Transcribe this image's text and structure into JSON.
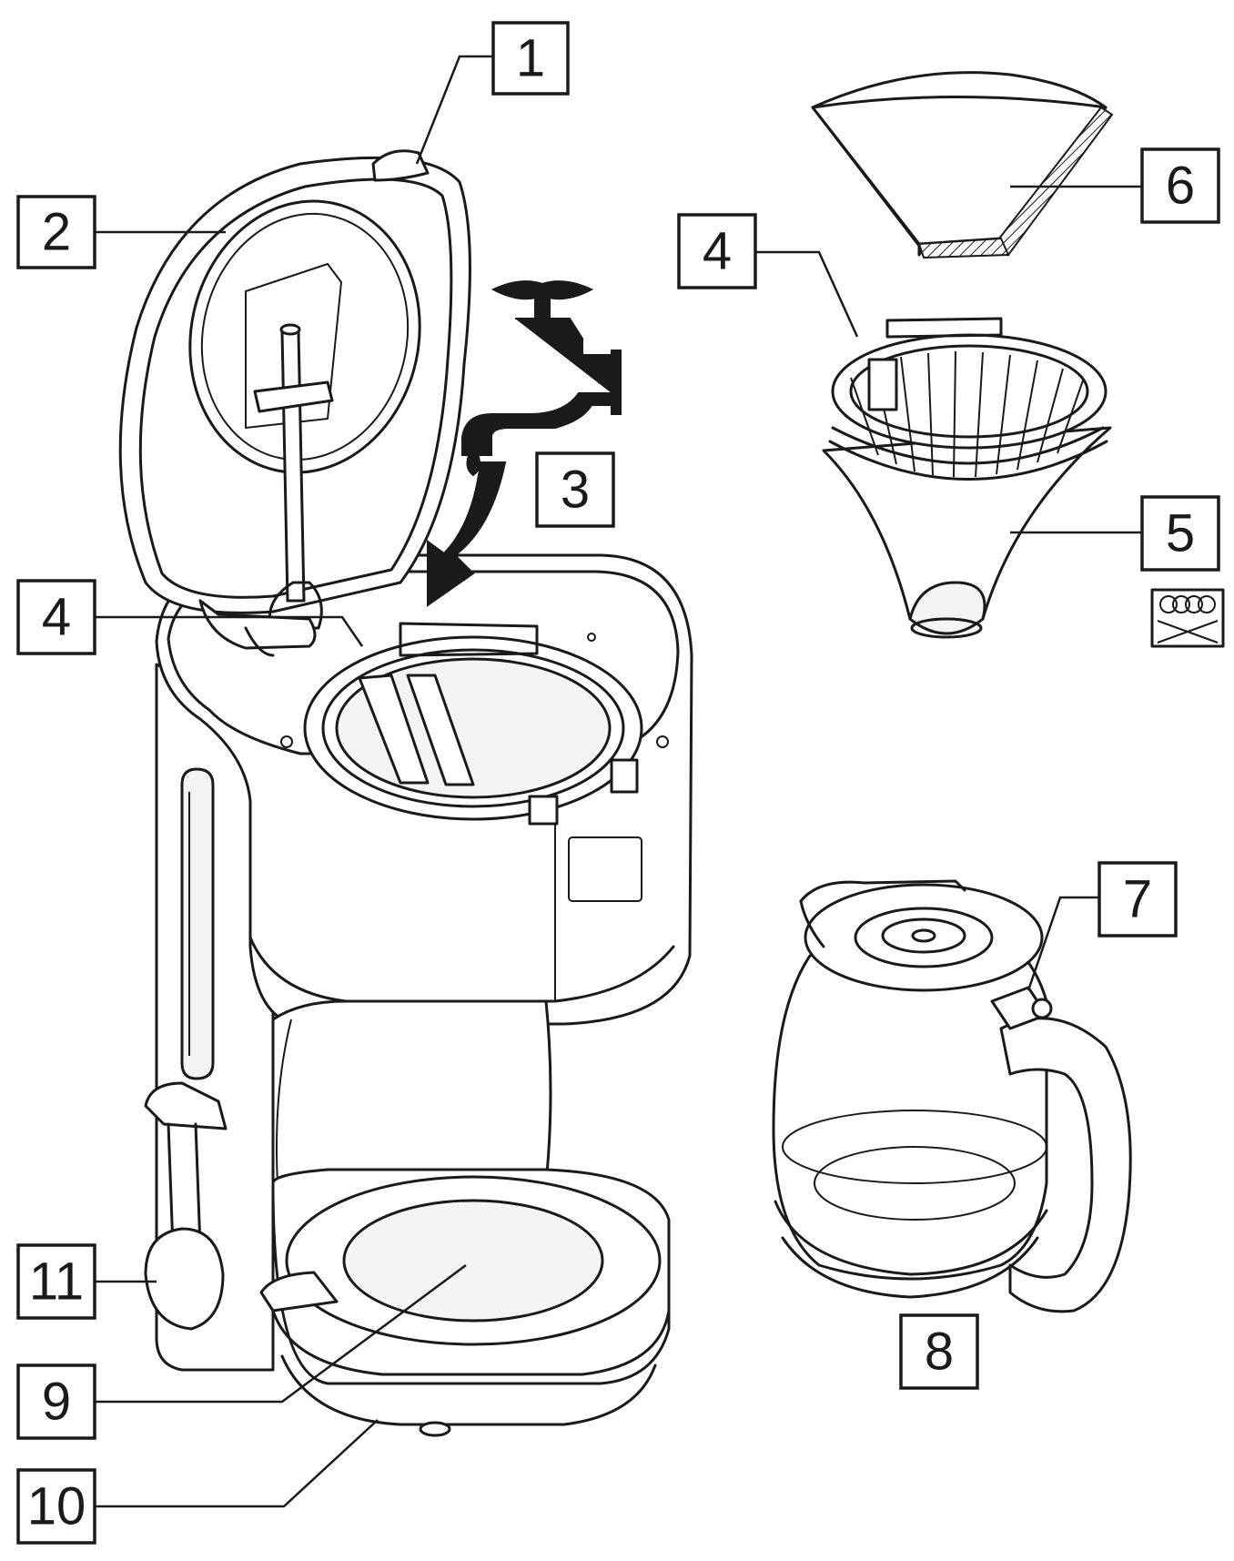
{
  "callouts": [
    {
      "id": "c1",
      "label": "1"
    },
    {
      "id": "c2",
      "label": "2"
    },
    {
      "id": "c3",
      "label": "3"
    },
    {
      "id": "c4a",
      "label": "4"
    },
    {
      "id": "c4b",
      "label": "4"
    },
    {
      "id": "c5",
      "label": "5"
    },
    {
      "id": "c6",
      "label": "6"
    },
    {
      "id": "c7",
      "label": "7"
    },
    {
      "id": "c8",
      "label": "8"
    },
    {
      "id": "c9",
      "label": "9"
    },
    {
      "id": "c10",
      "label": "10"
    },
    {
      "id": "c11",
      "label": "11"
    }
  ],
  "icons": {
    "faucet": "faucet-icon",
    "pour_arrow": "curved-arrow-icon",
    "dishwasher": "dishwasher-safe-icon"
  },
  "colors": {
    "line": "#1a1a1a",
    "background": "#ffffff"
  }
}
